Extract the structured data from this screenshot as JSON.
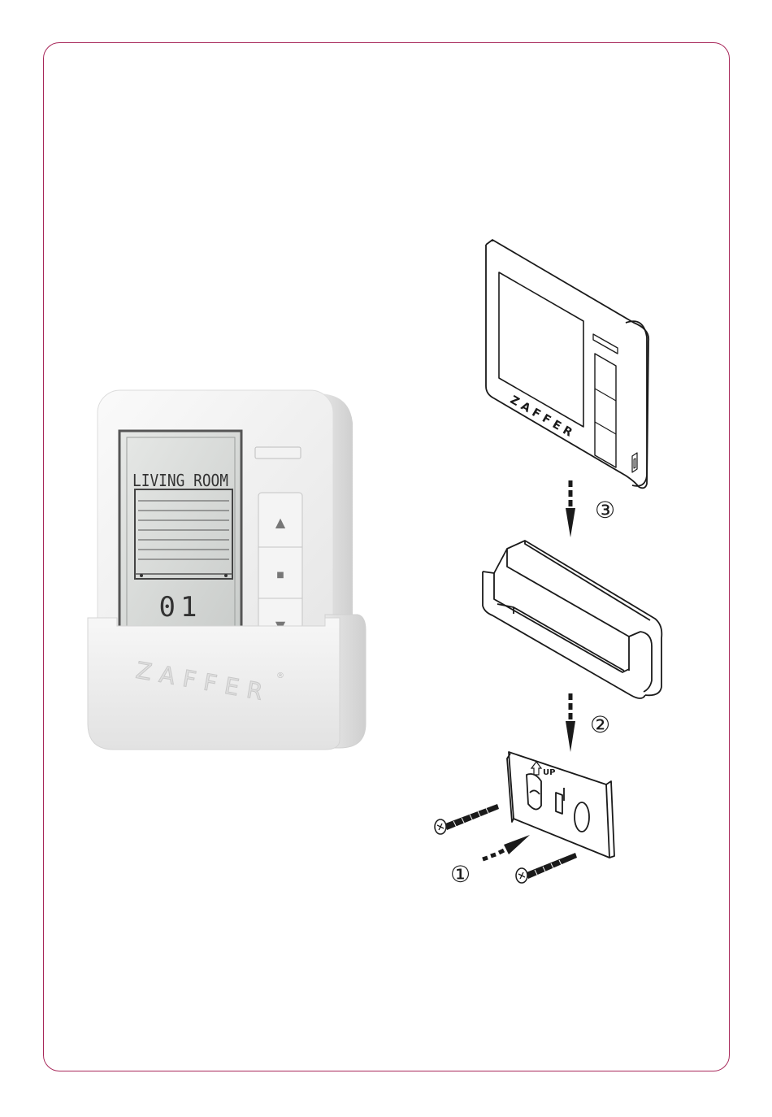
{
  "device": {
    "brand": "ZAFFER",
    "registered_mark": "®",
    "lcd_room_label": "LIVING ROOM",
    "lcd_channel": "01",
    "buttons": {
      "up": "▲",
      "stop": "■",
      "down": "▼"
    }
  },
  "exploded_view": {
    "top_brand": "ZAFFER",
    "plate_marking": "UP",
    "steps": [
      {
        "marker": "①"
      },
      {
        "marker": "②"
      },
      {
        "marker": "③"
      }
    ]
  },
  "colors": {
    "frame_border": "#a8285a",
    "line_art": "#1a1a1a",
    "device_white": "#f3f3f3",
    "lcd_bg": "#d9dcda"
  }
}
